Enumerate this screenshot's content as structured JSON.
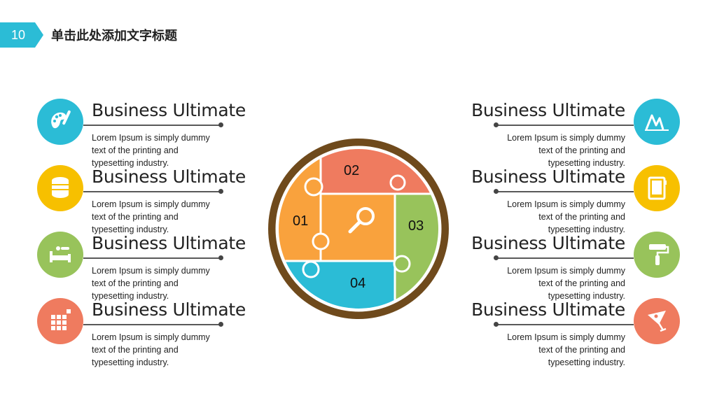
{
  "header": {
    "slide_number": "10",
    "title": "单击此处添加文字标题"
  },
  "colors": {
    "cyan": "#2bbcd6",
    "yellow": "#f7c000",
    "green": "#98c35b",
    "coral": "#ef7b5f",
    "orange": "#f9a23d",
    "brown": "#6f4a1c"
  },
  "left_items": [
    {
      "title": "Business Ultimate",
      "desc": "Lorem Ipsum is simply dummy text of the printing and typesetting industry.",
      "icon": "palette-icon"
    },
    {
      "title": "Business Ultimate",
      "desc": "Lorem Ipsum is simply dummy text of the printing and typesetting industry.",
      "icon": "coin-stack-icon"
    },
    {
      "title": "Business Ultimate",
      "desc": "Lorem Ipsum is simply dummy text of the printing and typesetting industry.",
      "icon": "bed-icon"
    },
    {
      "title": "Business Ultimate",
      "desc": "Lorem Ipsum is simply dummy text of the printing and typesetting industry.",
      "icon": "grid-icon"
    }
  ],
  "right_items": [
    {
      "title": "Business Ultimate",
      "desc": "Lorem Ipsum is simply dummy text of the printing and typesetting industry.",
      "icon": "chart-peak-icon"
    },
    {
      "title": "Business Ultimate",
      "desc": "Lorem Ipsum is simply dummy text of the printing and typesetting industry.",
      "icon": "notebook-icon"
    },
    {
      "title": "Business Ultimate",
      "desc": "Lorem Ipsum is simply dummy text of the printing and typesetting industry.",
      "icon": "paint-roller-icon"
    },
    {
      "title": "Business Ultimate",
      "desc": "Lorem Ipsum is simply dummy text of the printing and typesetting industry.",
      "icon": "cocktail-icon"
    }
  ],
  "puzzle": {
    "pieces": [
      "01",
      "02",
      "03",
      "04"
    ],
    "center_icon": "magnifier-icon"
  }
}
